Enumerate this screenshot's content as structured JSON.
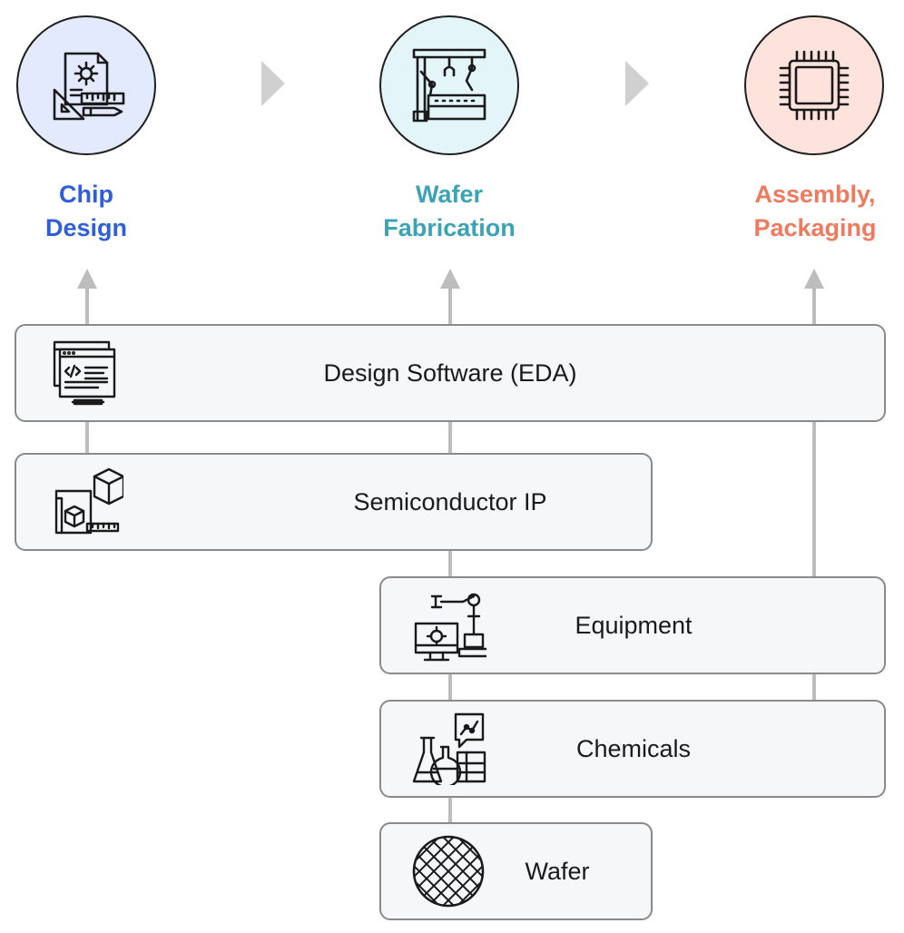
{
  "stages": [
    {
      "id": "chip-design",
      "title_line1": "Chip",
      "title_line2": "Design",
      "color": "#2f5fd8",
      "circle_fill": "#e4eafd",
      "icon": "design-tools-icon"
    },
    {
      "id": "wafer-fabrication",
      "title_line1": "Wafer",
      "title_line2": "Fabrication",
      "color": "#3aa3b5",
      "circle_fill": "#e3f5f8",
      "icon": "robot-arms-icon"
    },
    {
      "id": "assembly-packaging",
      "title_line1": "Assembly,",
      "title_line2": "Packaging",
      "color": "#f07a5e",
      "circle_fill": "#fde3dc",
      "icon": "microchip-icon"
    }
  ],
  "inputs": [
    {
      "id": "eda",
      "label": "Design Software (EDA)",
      "icon": "code-window-icon"
    },
    {
      "id": "semiconductor-ip",
      "label": "Semiconductor IP",
      "icon": "blueprint-cube-icon"
    },
    {
      "id": "equipment",
      "label": "Equipment",
      "icon": "robotic-equipment-icon"
    },
    {
      "id": "chemicals",
      "label": "Chemicals",
      "icon": "chemistry-flask-icon"
    },
    {
      "id": "wafer",
      "label": "Wafer",
      "icon": "wafer-grid-icon"
    }
  ],
  "colors": {
    "connector": "#bdbdbd",
    "bar_border": "#8a8a8a",
    "bar_fill": "#f6f7f8"
  }
}
